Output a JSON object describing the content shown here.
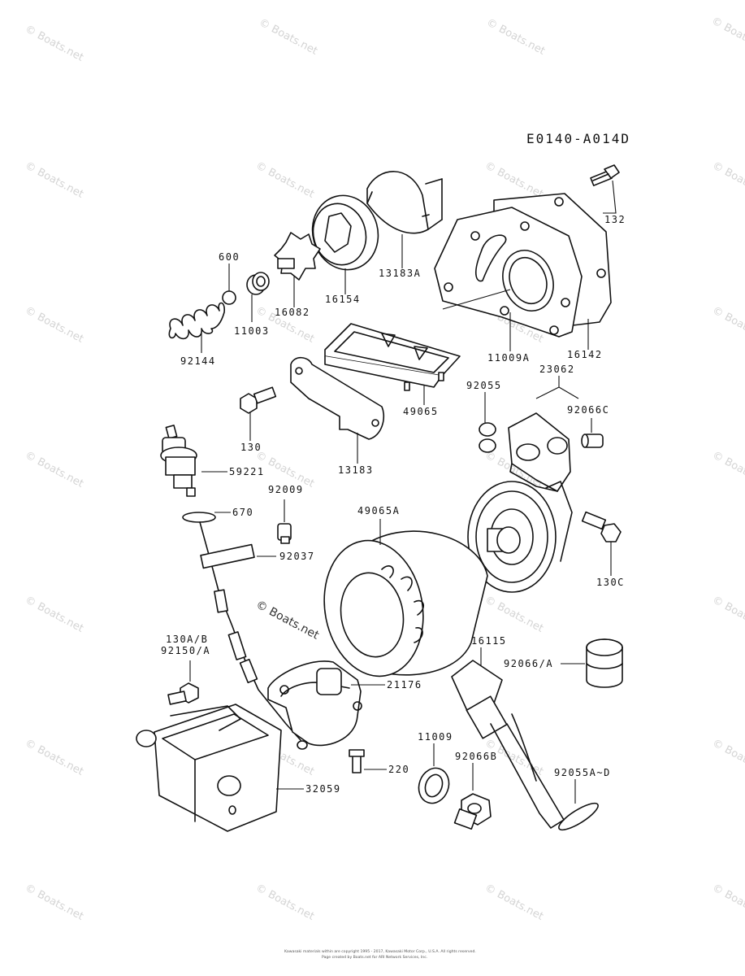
{
  "diagram": {
    "code": "E0140-A014D",
    "watermark_text": "© Boats.net",
    "watermark_center": "© Boats.net",
    "copyright_line1": "Kawasaki materials within are copyright 1995 - 2017, Kawasaki Motor Corp., U.S.A. All rights reserved.",
    "copyright_line2": "Page created by Boats.net for ARI Network Services, Inc."
  },
  "parts": [
    {
      "id": "p132",
      "label": "132"
    },
    {
      "id": "p13183A",
      "label": "13183A"
    },
    {
      "id": "p600",
      "label": "600"
    },
    {
      "id": "p16154",
      "label": "16154"
    },
    {
      "id": "p16082",
      "label": "16082"
    },
    {
      "id": "p11003",
      "label": "11003"
    },
    {
      "id": "p92144",
      "label": "92144"
    },
    {
      "id": "p11009A",
      "label": "11009A"
    },
    {
      "id": "p16142",
      "label": "16142"
    },
    {
      "id": "p23062",
      "label": "23062"
    },
    {
      "id": "p92055",
      "label": "92055"
    },
    {
      "id": "p92066C",
      "label": "92066C"
    },
    {
      "id": "p49065",
      "label": "49065"
    },
    {
      "id": "p130",
      "label": "130"
    },
    {
      "id": "p13183",
      "label": "13183"
    },
    {
      "id": "p59221",
      "label": "59221"
    },
    {
      "id": "p92009",
      "label": "92009"
    },
    {
      "id": "p670",
      "label": "670"
    },
    {
      "id": "p92037",
      "label": "92037"
    },
    {
      "id": "p49065A",
      "label": "49065A"
    },
    {
      "id": "p130C",
      "label": "130C"
    },
    {
      "id": "p130AB",
      "label": "130A/B"
    },
    {
      "id": "p92150A",
      "label": "92150/A"
    },
    {
      "id": "p16115",
      "label": "16115"
    },
    {
      "id": "p92066A",
      "label": "92066/A"
    },
    {
      "id": "p21176",
      "label": "21176"
    },
    {
      "id": "p11009",
      "label": "11009"
    },
    {
      "id": "p92066B",
      "label": "92066B"
    },
    {
      "id": "p92055AD",
      "label": "92055A~D"
    },
    {
      "id": "p220",
      "label": "220"
    },
    {
      "id": "p32059",
      "label": "32059"
    }
  ]
}
